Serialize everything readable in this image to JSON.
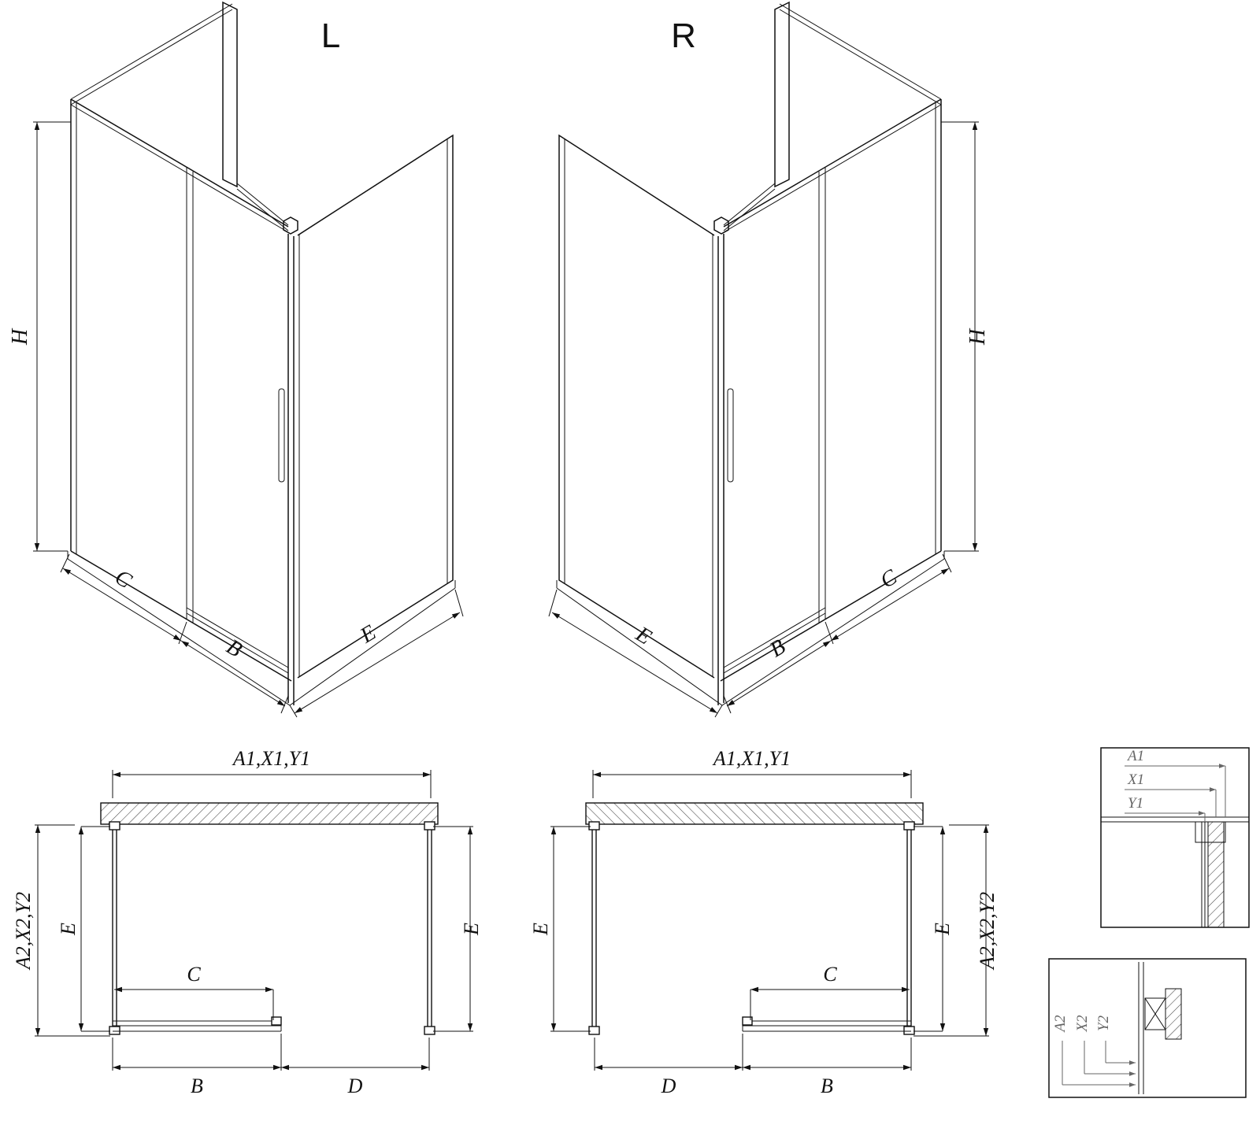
{
  "colors": {
    "line": "#111111",
    "detail_label": "#666666",
    "background": "#ffffff"
  },
  "iso_left": {
    "variant": "L",
    "dim_height": "H",
    "dim_side_fixed": "C",
    "dim_door": "B",
    "dim_return": "E"
  },
  "iso_right": {
    "variant": "R",
    "dim_height": "H",
    "dim_side_fixed": "C",
    "dim_door": "B",
    "dim_return": "E"
  },
  "plan_left": {
    "dim_width_top": "A1,X1,Y1",
    "dim_depth_outer": "A2,X2,Y2",
    "dim_depth_left": "E",
    "dim_depth_right": "E",
    "dim_clear": "C",
    "dim_door": "B",
    "dim_fixed": "D"
  },
  "plan_right": {
    "dim_width_top": "A1,X1,Y1",
    "dim_depth_outer": "A2,X2,Y2",
    "dim_depth_left": "E",
    "dim_depth_right": "E",
    "dim_clear": "C",
    "dim_door": "B",
    "dim_fixed": "D"
  },
  "detail_top": {
    "label_a": "A1",
    "label_x": "X1",
    "label_y": "Y1"
  },
  "detail_bottom": {
    "label_a": "A2",
    "label_x": "X2",
    "label_y": "Y2"
  }
}
